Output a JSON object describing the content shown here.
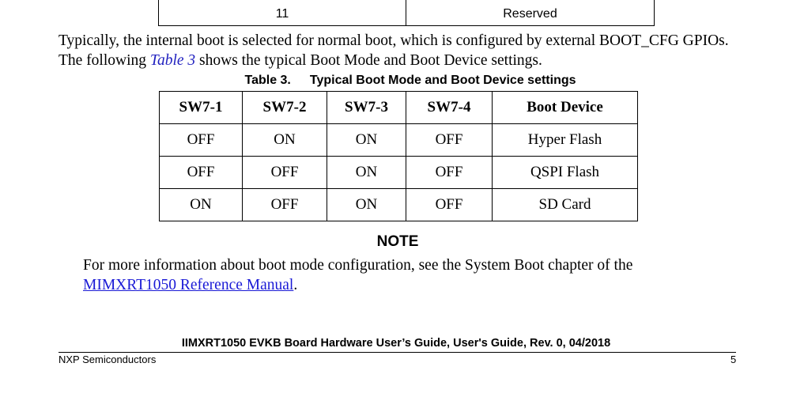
{
  "top_table": {
    "last_row": {
      "value": "11",
      "meaning": "Reserved"
    }
  },
  "paragraph": {
    "text_before": "Typically, the internal boot is selected for normal boot, which is configured by external BOOT_CFG GPIOs. The following ",
    "xref": "Table 3",
    "text_after": " shows the typical Boot Mode and Boot Device settings."
  },
  "table": {
    "caption_number": "Table 3.",
    "caption_title": "Typical Boot Mode and Boot Device settings",
    "headers": [
      "SW7-1",
      "SW7-2",
      "SW7-3",
      "SW7-4",
      "Boot Device"
    ],
    "rows": [
      [
        "OFF",
        "ON",
        "ON",
        "OFF",
        "Hyper Flash"
      ],
      [
        "OFF",
        "OFF",
        "ON",
        "OFF",
        "QSPI Flash"
      ],
      [
        "ON",
        "OFF",
        "ON",
        "OFF",
        "SD Card"
      ]
    ]
  },
  "note": {
    "title": "NOTE",
    "text_before": "For more information about boot mode configuration, see the System Boot chapter of the ",
    "link": "MIMXRT1050 Reference Manual",
    "text_after": "."
  },
  "footer": {
    "title": "IIMXRT1050 EVKB Board Hardware User’s Guide, User's Guide, Rev. 0, 04/2018",
    "company": "NXP Semiconductors",
    "page_number": "5"
  },
  "colors": {
    "xref": "#1f1fbf",
    "link": "#1a1ad6",
    "text": "#000000"
  }
}
